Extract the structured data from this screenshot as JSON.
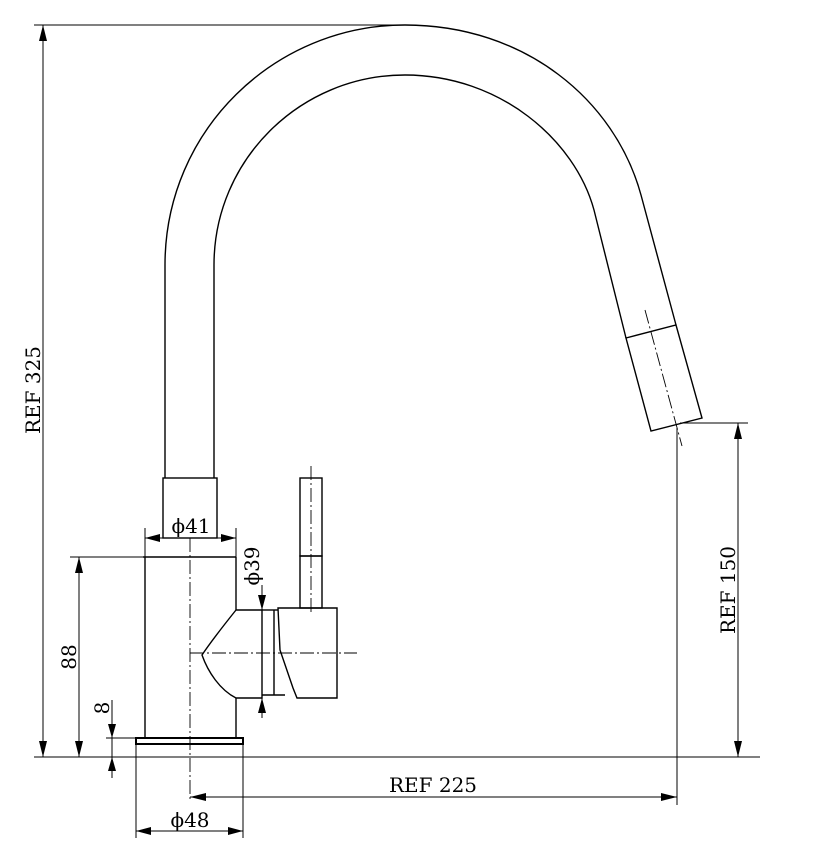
{
  "dimensions": {
    "overall_height": "REF 325",
    "spout_height": "REF 150",
    "reach": "REF 225",
    "body_diameter": "ϕ41",
    "collar_diameter": "ϕ39",
    "base_diameter": "ϕ48",
    "body_height": "88",
    "base_thickness": "8"
  }
}
